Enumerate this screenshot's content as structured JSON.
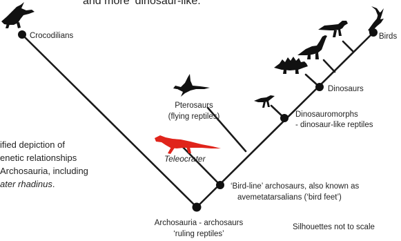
{
  "header": {
    "text_fragment": "and more ‘dinosaur-like.’"
  },
  "caption": {
    "line1": "ified depiction of",
    "line2": "enetic relationships",
    "line3": "Archosauria, including",
    "line4_italic": "ater rhadinus",
    "line4_end": "."
  },
  "nodes": {
    "crocodilians": "Crocodilians",
    "birds": "Birds",
    "dinosaurs": "Dinosaurs",
    "dinosauromorphs_line1": "Dinosauromorphs",
    "dinosauromorphs_line2": "- dinosaur-like reptiles",
    "pterosaurs_line1": "Pterosaurs",
    "pterosaurs_line2": "(flying reptiles)",
    "teleocrater": "Teleocrater",
    "bird_line_1": "‘Bird-line’ archosaurs, also known as",
    "bird_line_2": "avemetatarsalians (‘bird feet’)",
    "archosauria_1": "Archosauria - archosaurs",
    "archosauria_2": "‘ruling reptiles’"
  },
  "note": "Silhouettes not to scale",
  "colors": {
    "line": "#1a1a1a",
    "silhouette": "#111111",
    "teleocrater": "#e0241b"
  },
  "icons": [
    "crocodile-silhouette-icon",
    "bird-silhouette-icon",
    "theropod-silhouette-icon",
    "sauropod-silhouette-icon",
    "stegosaur-silhouette-icon",
    "dinosauromorph-silhouette-icon",
    "pterosaur-silhouette-icon",
    "teleocrater-silhouette-icon"
  ]
}
